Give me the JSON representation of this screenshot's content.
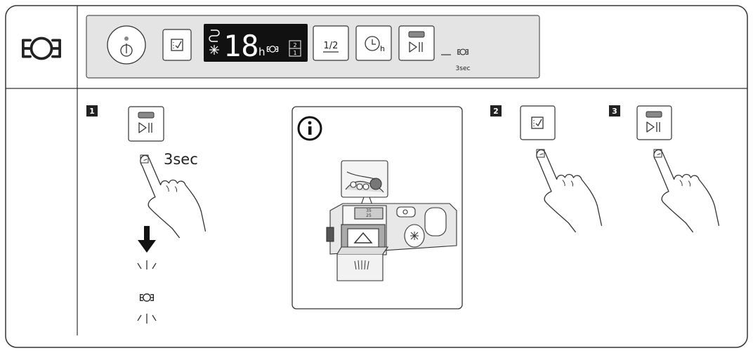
{
  "panel": {
    "display_hours": "18",
    "display_hours_unit": "h",
    "display_levels": [
      "2",
      "1"
    ],
    "half_load_label": "1/2",
    "delay_label": "h",
    "hold_time_label": "3sec"
  },
  "steps": [
    {
      "number": "1",
      "hold_time_label": "3sec"
    },
    {
      "number": "2"
    },
    {
      "number": "3"
    }
  ],
  "info": {
    "icon": "info-icon",
    "dispenser_marks": [
      "35",
      "25"
    ]
  },
  "icons": {
    "rinse_aid": "rinse-aid-icon",
    "power": "power-icon",
    "program": "program-select-icon",
    "start_pause": "start-pause-icon",
    "arrow": "arrow-down-icon"
  }
}
